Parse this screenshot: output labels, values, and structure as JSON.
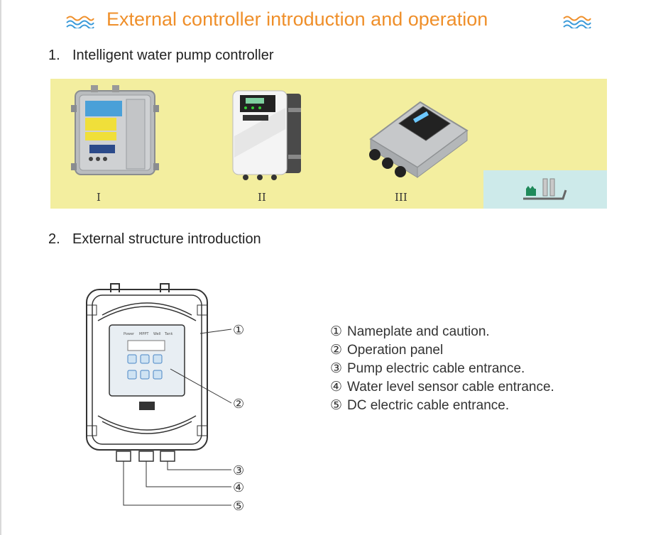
{
  "header": {
    "title": "External controller introduction and operation"
  },
  "sections": [
    {
      "num": "1.",
      "title": "Intelligent water pump controller"
    },
    {
      "num": "2.",
      "title": "External structure introduction"
    }
  ],
  "controllers": [
    {
      "label": "I"
    },
    {
      "label": "II"
    },
    {
      "label": "III"
    }
  ],
  "diagram": {
    "markers": [
      "①",
      "②",
      "③",
      "④",
      "⑤"
    ],
    "panel_text": [
      "Power",
      "MPPT",
      "Well",
      "Tank"
    ]
  },
  "legend": [
    {
      "mark": "①",
      "text": "Nameplate and caution."
    },
    {
      "mark": "②",
      "text": "Operation panel"
    },
    {
      "mark": "③",
      "text": "Pump electric cable entrance."
    },
    {
      "mark": "④",
      "text": "Water level sensor cable entrance."
    },
    {
      "mark": "⑤",
      "text": "DC electric cable entrance."
    }
  ],
  "colors": {
    "title": "#ef8f2a",
    "wave": "#3a9ad9",
    "band": "#f3ee9f",
    "band_blue": "#cdeaea"
  }
}
